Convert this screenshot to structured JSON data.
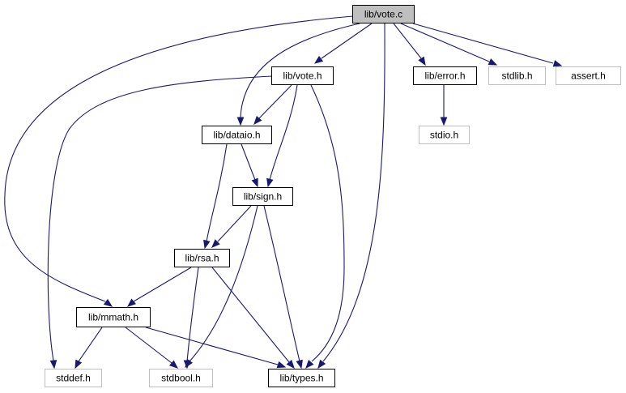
{
  "colors": {
    "edge": "#191970",
    "root_fill": "#bfbfbf",
    "local_border": "#000000",
    "external_border": "#bfbfbf",
    "node_fill": "#ffffff"
  },
  "nodes": {
    "vote_c": {
      "label": "lib/vote.c",
      "kind": "root"
    },
    "vote_h": {
      "label": "lib/vote.h",
      "kind": "local"
    },
    "error_h": {
      "label": "lib/error.h",
      "kind": "local"
    },
    "stdlib_h": {
      "label": "stdlib.h",
      "kind": "external"
    },
    "assert_h": {
      "label": "assert.h",
      "kind": "external"
    },
    "stdio_h": {
      "label": "stdio.h",
      "kind": "external"
    },
    "dataio_h": {
      "label": "lib/dataio.h",
      "kind": "local"
    },
    "sign_h": {
      "label": "lib/sign.h",
      "kind": "local"
    },
    "rsa_h": {
      "label": "lib/rsa.h",
      "kind": "local"
    },
    "mmath_h": {
      "label": "lib/mmath.h",
      "kind": "local"
    },
    "stddef_h": {
      "label": "stddef.h",
      "kind": "external"
    },
    "stdbool_h": {
      "label": "stdbool.h",
      "kind": "external"
    },
    "types_h": {
      "label": "lib/types.h",
      "kind": "local"
    }
  },
  "edges": [
    [
      "vote_c",
      "vote_h"
    ],
    [
      "vote_c",
      "dataio_h"
    ],
    [
      "vote_c",
      "mmath_h"
    ],
    [
      "vote_c",
      "types_h"
    ],
    [
      "vote_c",
      "error_h"
    ],
    [
      "vote_c",
      "stdlib_h"
    ],
    [
      "vote_c",
      "assert_h"
    ],
    [
      "vote_h",
      "dataio_h"
    ],
    [
      "vote_h",
      "sign_h"
    ],
    [
      "vote_h",
      "types_h"
    ],
    [
      "vote_h",
      "stddef_h"
    ],
    [
      "error_h",
      "stdio_h"
    ],
    [
      "dataio_h",
      "sign_h"
    ],
    [
      "dataio_h",
      "rsa_h"
    ],
    [
      "sign_h",
      "rsa_h"
    ],
    [
      "sign_h",
      "types_h"
    ],
    [
      "sign_h",
      "stdbool_h"
    ],
    [
      "rsa_h",
      "mmath_h"
    ],
    [
      "rsa_h",
      "stdbool_h"
    ],
    [
      "rsa_h",
      "types_h"
    ],
    [
      "mmath_h",
      "stddef_h"
    ],
    [
      "mmath_h",
      "stdbool_h"
    ],
    [
      "mmath_h",
      "types_h"
    ]
  ]
}
